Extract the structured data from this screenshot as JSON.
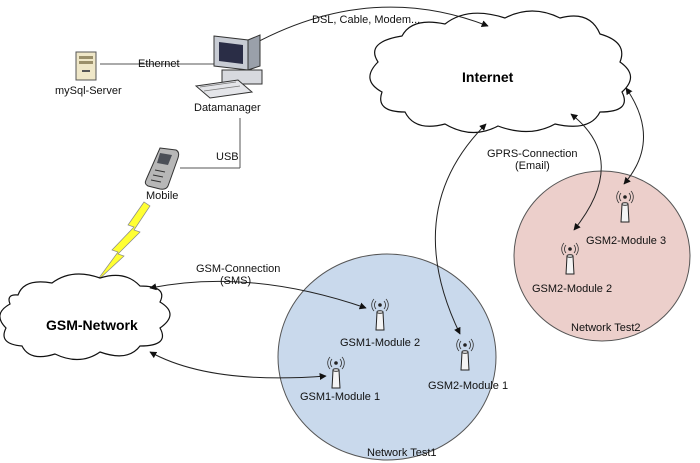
{
  "nodes": {
    "mysql_server": "mySql-Server",
    "datamanager": "Datamanager",
    "mobile": "Mobile",
    "internet": "Internet",
    "gsm_network": "GSM-Network"
  },
  "links": {
    "ethernet": "Ethernet",
    "usb": "USB",
    "dsl": "DSL, Cable, Modem...",
    "gprs_line1": "GPRS-Connection",
    "gprs_line2": "(Email)",
    "gsm_line1": "GSM-Connection",
    "gsm_line2": "(SMS)"
  },
  "networks": {
    "test1": "Network Test1",
    "test2": "Network Test2"
  },
  "modules": {
    "gsm1_module1": "GSM1-Module 1",
    "gsm1_module2": "GSM1-Module 2",
    "gsm2_module1": "GSM2-Module 1",
    "gsm2_module2": "GSM2-Module 2",
    "gsm2_module3": "GSM2-Module 3"
  },
  "colors": {
    "network_test1_fill": "#c9d9ec",
    "network_test2_fill": "#eccfcb",
    "lightning": "#ffff33"
  }
}
